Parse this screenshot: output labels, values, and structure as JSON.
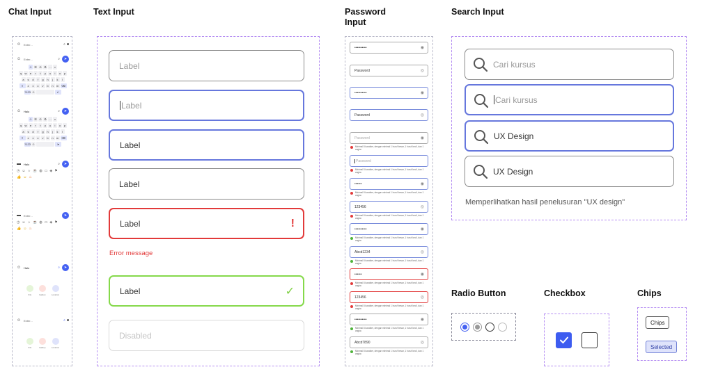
{
  "sections": {
    "chat": "Chat Input",
    "text": "Text Input",
    "password": "Password Input",
    "search": "Search Input",
    "radio": "Radio Button",
    "checkbox": "Checkbox",
    "chips": "Chips"
  },
  "chat": {
    "placeholder": "Enter...",
    "typed": "Halo",
    "keyboard": {
      "row1": [
        "q",
        "w",
        "e",
        "r",
        "t",
        "y",
        "u",
        "i",
        "o",
        "p"
      ],
      "row2": [
        "a",
        "s",
        "d",
        "f",
        "g",
        "h",
        "j",
        "k",
        "l"
      ],
      "row3": [
        "z",
        "x",
        "c",
        "v",
        "b",
        "n",
        "m"
      ],
      "num_key": "?123"
    },
    "attach": {
      "file": "File",
      "camera": "Gallery",
      "location": "Location"
    }
  },
  "text_input": {
    "label": "Label",
    "error_message": "Error message",
    "disabled": "Disabled",
    "error_icon": "!",
    "success_icon": "✓"
  },
  "password": {
    "masked": "••••••••••",
    "masked_short": "••••••",
    "placeholder": "Password",
    "val1": "123456",
    "val2": "Abcd1234",
    "val3": "123456",
    "val4": "Abcd7890",
    "hint": "Minimal 8 karakter, dengan minimal 1 huruf besar, 1 huruf kecil, dan 1 angka"
  },
  "search": {
    "placeholder": "Cari kursus",
    "value": "UX Design",
    "result": "Memperlihatkan hasil penelusuran \"UX design\""
  },
  "chips": {
    "chip": "Chips",
    "selected": "Selected"
  },
  "colors": {
    "primary": "#4461f2",
    "focus": "#6677dd",
    "error": "#e23a3a",
    "success": "#85d94a",
    "dashed": "#b48cf2"
  }
}
